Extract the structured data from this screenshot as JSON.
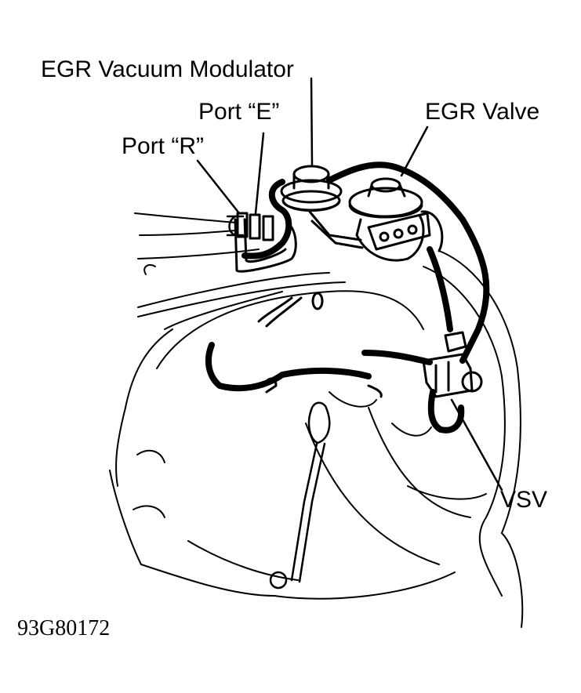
{
  "labels": {
    "egr_vacuum_modulator": "EGR Vacuum Modulator",
    "port_e": "Port “E”",
    "port_r": "Port “R”",
    "egr_valve": "EGR Valve",
    "vsv": "VSV"
  },
  "figure_code": "93G80172",
  "colors": {
    "ink": "#000000",
    "paper": "#ffffff"
  }
}
